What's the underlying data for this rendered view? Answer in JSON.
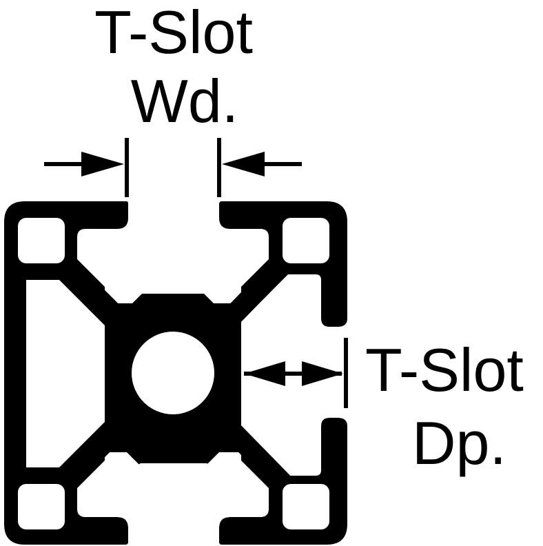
{
  "labels": {
    "slot_width_line1": "T-Slot",
    "slot_width_line2": "Wd.",
    "slot_depth_line1": "T-Slot",
    "slot_depth_line2": "Dp."
  },
  "colors": {
    "ink": "#000000",
    "paper": "#ffffff"
  }
}
